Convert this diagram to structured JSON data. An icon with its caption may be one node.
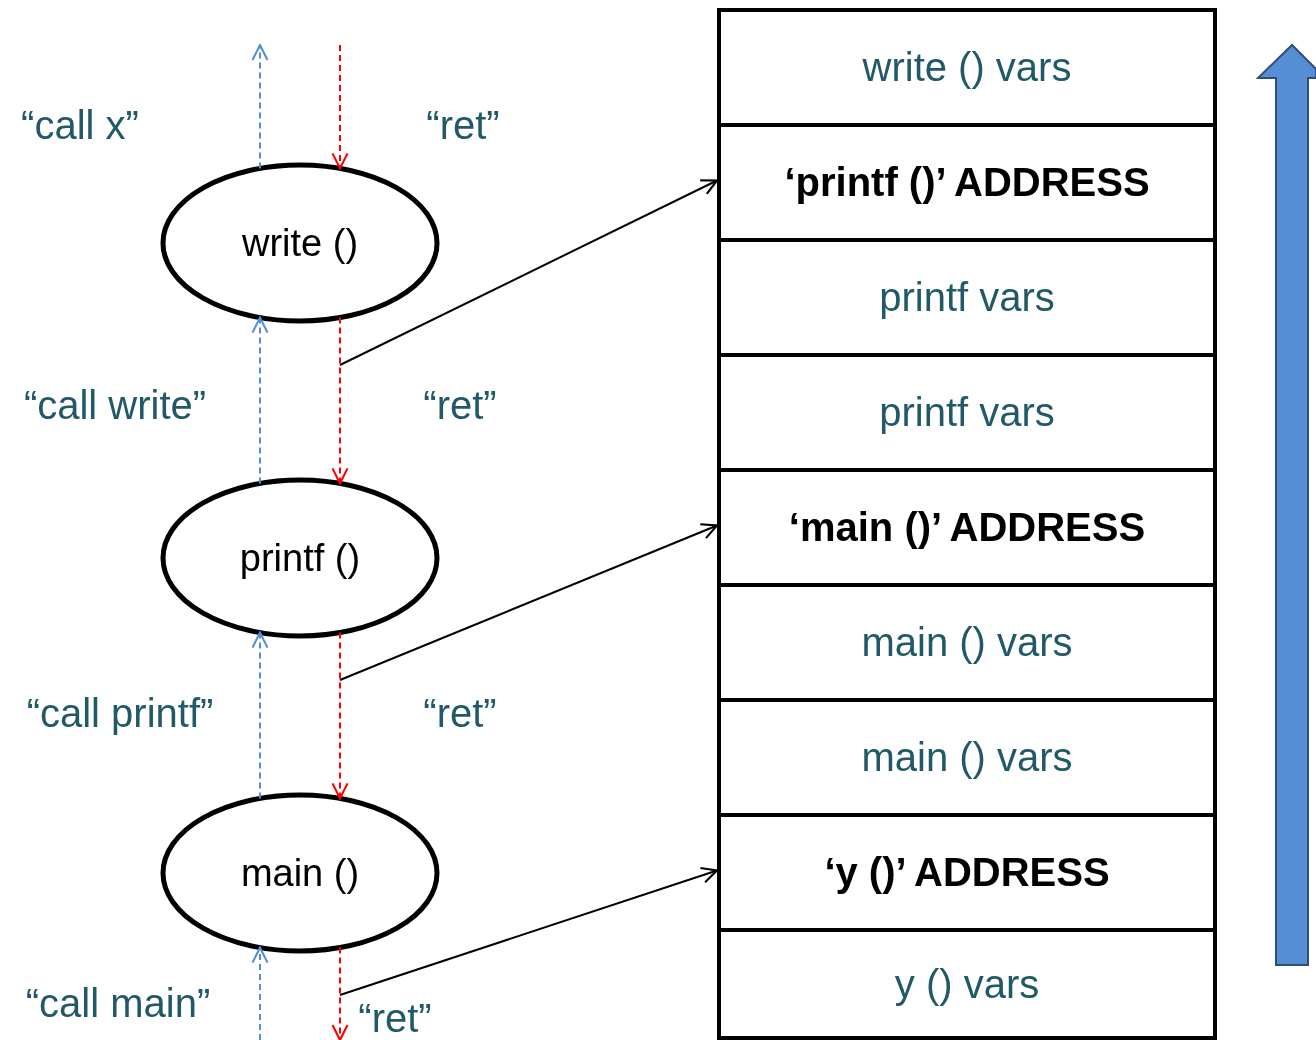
{
  "diagram": {
    "nodes": [
      {
        "text": [
          "write ()"
        ]
      },
      {
        "text": [
          "printf ()"
        ]
      },
      {
        "text": [
          "main ()"
        ]
      },
      {
        "text": [
          "write () vars"
        ]
      },
      {
        "text": [
          "‘printf ()’ ADDRESS"
        ]
      },
      {
        "text": [
          "printf vars"
        ]
      },
      {
        "text": [
          "printf vars"
        ]
      },
      {
        "text": [
          "‘main ()’ ADDRESS"
        ]
      },
      {
        "text": [
          "main () vars"
        ]
      },
      {
        "text": [
          "main () vars"
        ]
      },
      {
        "text": [
          "‘y ()’ ADDRESS"
        ]
      },
      {
        "text": [
          "y () vars"
        ]
      }
    ],
    "edges": [
      {
        "from": 0,
        "to": null,
        "arrow": "to",
        "label": "“call x”",
        "style": "dashed",
        "color": "#558ed5"
      },
      {
        "from": null,
        "to": 0,
        "arrow": "to",
        "label": "“ret”",
        "style": "dashed",
        "color": "#ff0000"
      },
      {
        "from": 1,
        "to": 0,
        "arrow": "to",
        "label": "“call write”",
        "style": "dashed",
        "color": "#558ed5"
      },
      {
        "from": 0,
        "to": 1,
        "arrow": "to",
        "label": "“ret”",
        "style": "dashed",
        "color": "#ff0000"
      },
      {
        "from": null,
        "to": 4,
        "arrow": "to",
        "color": "#000000"
      },
      {
        "from": 2,
        "to": 1,
        "arrow": "to",
        "label": "“call printf”",
        "style": "dashed",
        "color": "#558ed5"
      },
      {
        "from": 1,
        "to": 2,
        "arrow": "to",
        "label": "“ret”",
        "style": "dashed",
        "color": "#ff0000"
      },
      {
        "from": null,
        "to": 7,
        "arrow": "to",
        "color": "#000000"
      },
      {
        "from": null,
        "to": 2,
        "arrow": "to",
        "label": "“call main”",
        "style": "dashed",
        "color": "#558ed5"
      },
      {
        "from": 2,
        "to": null,
        "arrow": "to",
        "label": "“ret”",
        "style": "dashed",
        "color": "#ff0000"
      },
      {
        "from": null,
        "to": 10,
        "arrow": "to",
        "color": "#000000"
      }
    ]
  }
}
